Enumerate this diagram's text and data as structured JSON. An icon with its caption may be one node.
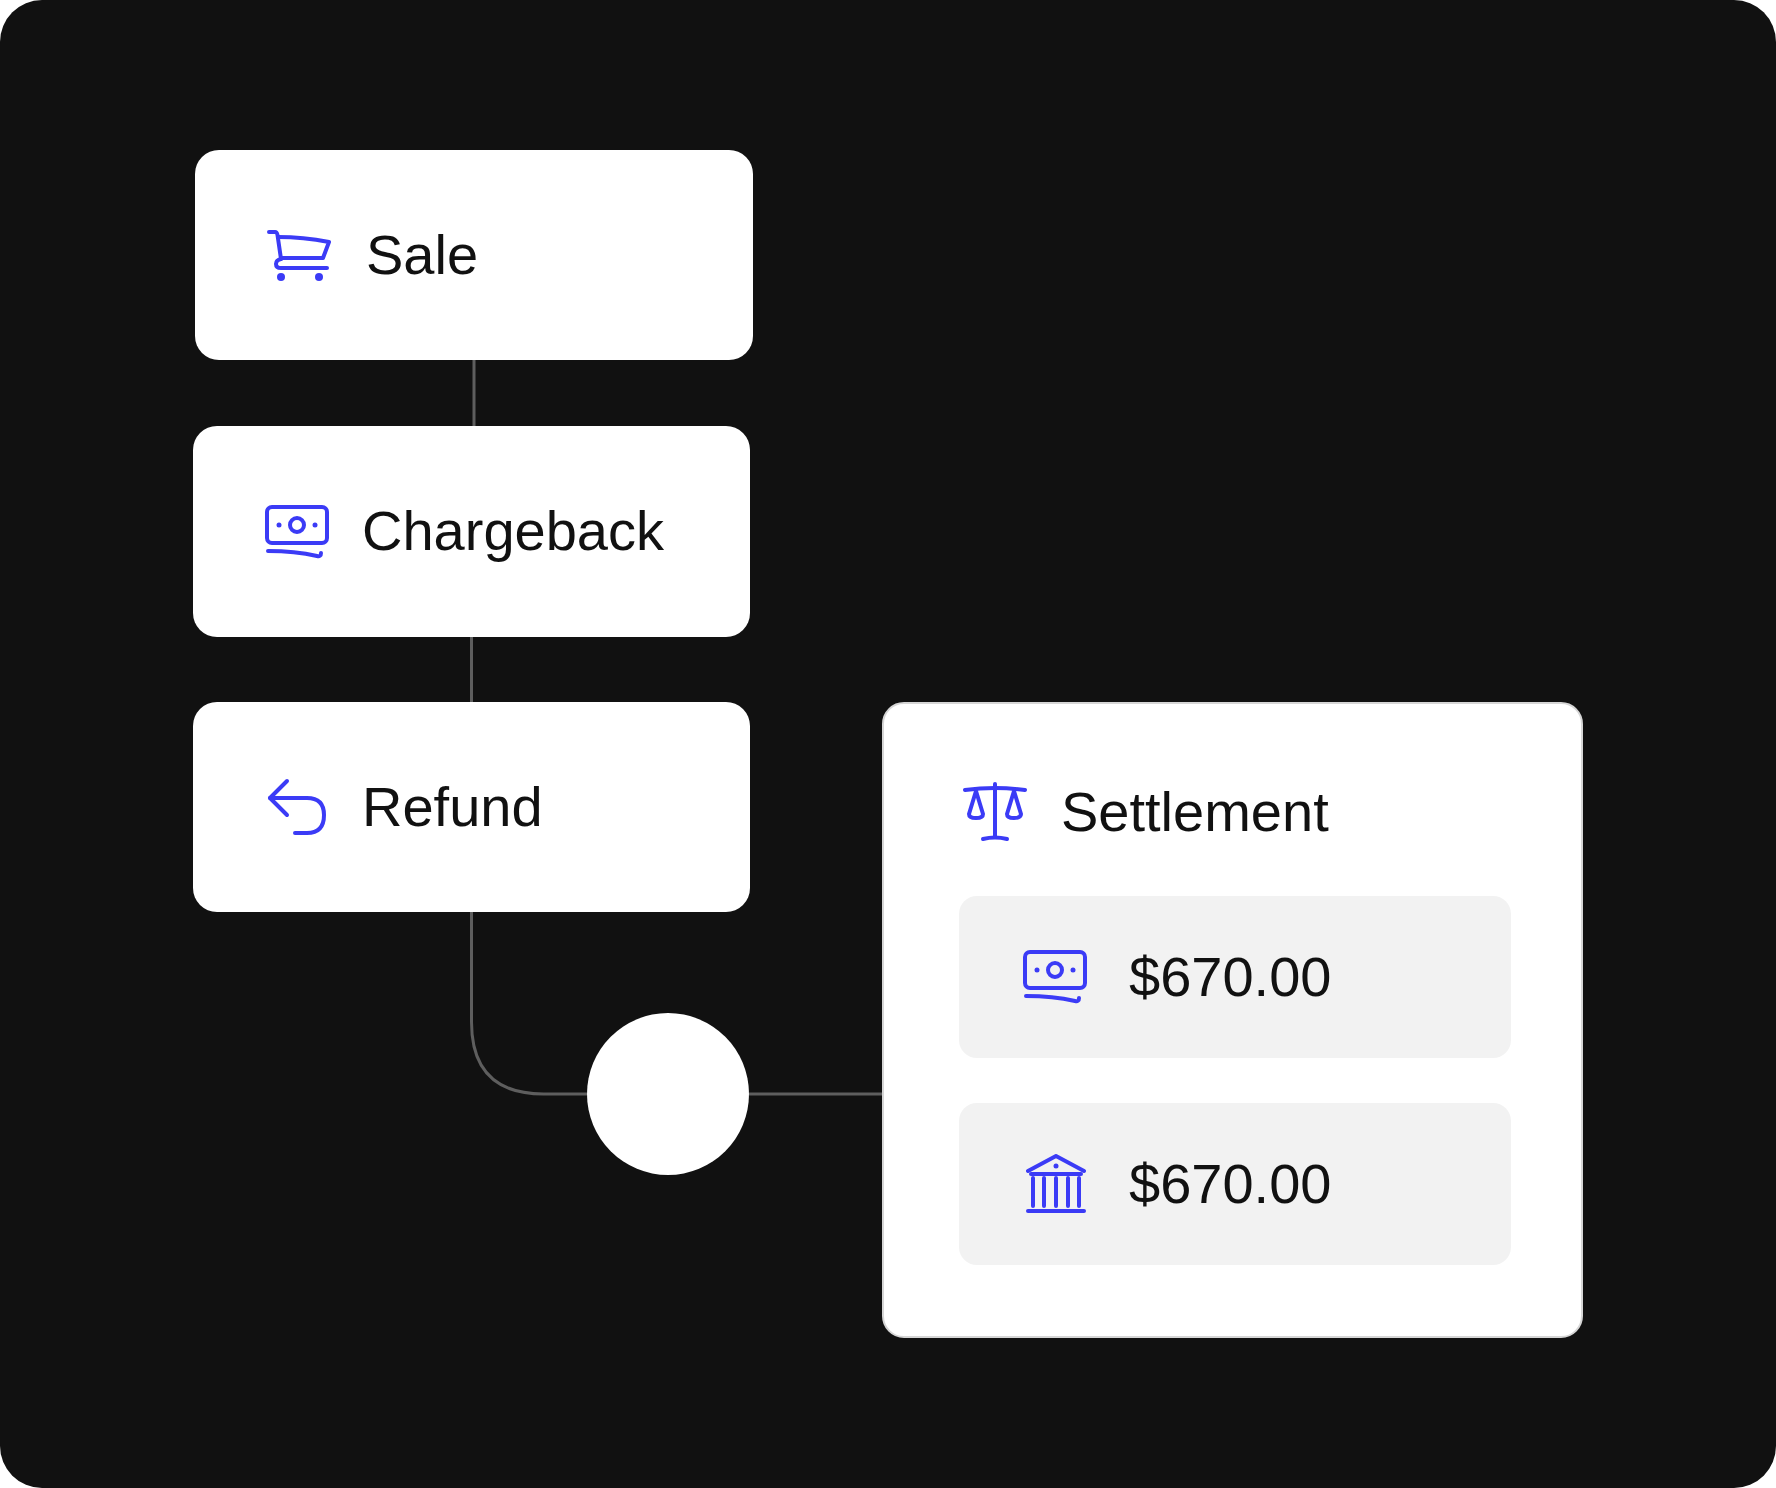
{
  "diagram": {
    "nodes": [
      {
        "text": [
          "Sale"
        ]
      },
      {
        "text": [
          "Chargeback"
        ]
      },
      {
        "text": [
          "Refund"
        ]
      },
      {
        "text": [],
        "shape": "circle"
      },
      {
        "text": [
          "Settlement"
        ]
      },
      {
        "text": [
          "$670.00"
        ],
        "in": 4
      },
      {
        "text": [
          "$670.00"
        ],
        "in": 4
      }
    ],
    "edges": [
      {
        "from": 0,
        "to": 1,
        "arrow": "none"
      },
      {
        "from": 1,
        "to": 2,
        "arrow": "none"
      },
      {
        "from": 2,
        "to": 3,
        "arrow": "none"
      },
      {
        "from": 3,
        "to": 4,
        "arrow": "none"
      }
    ]
  }
}
